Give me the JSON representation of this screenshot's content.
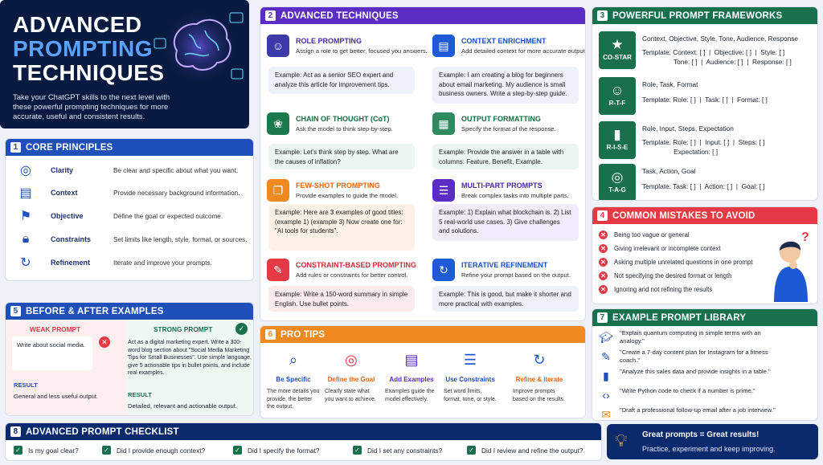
{
  "hero": {
    "title_line1": "ADVANCED",
    "title_line2": "PROMPTING",
    "title_line3": "TECHNIQUES",
    "description": "Take your ChatGPT skills to the next level with these powerful prompting techniques for more accurate, useful and consistent results."
  },
  "core": {
    "num": "1",
    "title": "CORE PRINCIPLES",
    "items": [
      {
        "name": "Clarity",
        "desc": "Be clear and specific about what you want.",
        "icon": "target-icon"
      },
      {
        "name": "Context",
        "desc": "Provide necessary background information.",
        "icon": "chat-icon"
      },
      {
        "name": "Objective",
        "desc": "Define the goal or expected outcome.",
        "icon": "flag-icon"
      },
      {
        "name": "Constraints",
        "desc": "Set limits like length, style, format, or sources.",
        "icon": "lock-icon"
      },
      {
        "name": "Refinement",
        "desc": "Iterate and improve your prompts.",
        "icon": "refresh-icon"
      }
    ]
  },
  "techniques": {
    "num": "2",
    "title": "ADVANCED TECHNIQUES",
    "items": [
      {
        "title": "ROLE PROMPTING",
        "desc": "Assign a role to get better, focused you answers.",
        "example": "Example: Act as a senior SEO expert and analyze this article for improvement tips."
      },
      {
        "title": "CONTEXT ENRICHMENT",
        "desc": "Add detailed context for more accurate output.",
        "example": "Example: I am creating a blog for beginners about email marketing. My audience is small business owners. Write a step-by-step guide."
      },
      {
        "title": "CHAIN OF THOUGHT (CoT)",
        "desc": "Ask the model to think step-by-step.",
        "example": "Example: Let's think step by step. What are the causes of inflation?"
      },
      {
        "title": "OUTPUT FORMATTING",
        "desc": "Specify the format of the response.",
        "example": "Example: Provide the answer in a table with columns: Feature, Benefit, Example."
      },
      {
        "title": "FEW-SHOT PROMPTING",
        "desc": "Provide examples to guide the model.",
        "example": "Example: Here are 3 examples of good titles: (example 1) (example 3) Now create one for: \"AI tools for students\"."
      },
      {
        "title": "MULTI-PART PROMPTS",
        "desc": "Break complex tasks into multiple parts.",
        "example": "Example: 1) Explain what blockchain is. 2) List 5 real-world use cases. 3) Give challenges and solutions."
      },
      {
        "title": "CONSTRAINT-BASED PROMPTING",
        "desc": "Add rules or constraints for better control.",
        "example": "Example: Write a 150-word summary in simple English. Use bullet points."
      },
      {
        "title": "ITERATIVE REFINEMENT",
        "desc": "Refine your prompt based on the output.",
        "example": "Example: This is good, but make it shorter and more practical with examples."
      }
    ]
  },
  "frameworks": {
    "num": "3",
    "title": "POWERFUL PROMPT FRAMEWORKS",
    "items": [
      {
        "label": "CO-STAR",
        "name": "Context, Objective, Style, Tone, Audience, Response",
        "template": "Template: Context: [ ]  |  Objective: [ ]  |  Style: [ ]\n                 Tone: [ ]  |  Audience: [ ]  |  Response: [ ]"
      },
      {
        "label": "R-T-F",
        "name": "Role, Task, Format",
        "template": "Template: Role: [ ]  |  Task: [ ]  |  Format: [ ]"
      },
      {
        "label": "R-I-S-E",
        "name": "Role, Input, Steps, Expectation",
        "template": "Template: Role: [ ]  |  Input: [ ]  |  Steps: [ ]\n                 Expectation: [ ]"
      },
      {
        "label": "T-A-G",
        "name": "Task, Action, Goal",
        "template": "Template: Task: [ ]  |  Action: [ ]  |  Goal: [ ]"
      }
    ]
  },
  "mistakes": {
    "num": "4",
    "title": "COMMON MISTAKES TO AVOID",
    "items": [
      "Being too vague or general",
      "Giving irrelevant or incomplete context",
      "Asking multiple unrelated questions in one prompt",
      "Not specifying the desired format or length",
      "Ignoring and not refining the results"
    ]
  },
  "before_after": {
    "num": "5",
    "title": "BEFORE & AFTER EXAMPLES",
    "weak_label": "WEAK PROMPT",
    "weak_text": "Write about social media.",
    "weak_result_label": "RESULT",
    "weak_result": "General and less useful output.",
    "strong_label": "STRONG PROMPT",
    "strong_text": "Act as a digital marketing expert. Write a 300-word blog section about \"Social Media Marketing Tips for Small Businesses\". Use simple language, give 5 actionable tips in bullet points, and include real examples.",
    "strong_result_label": "RESULT",
    "strong_result": "Detailed, relevant and actionable output."
  },
  "tips": {
    "num": "6",
    "title": "PRO TIPS",
    "items": [
      {
        "name": "Be Specific",
        "desc": "The more details you provide, the better the output."
      },
      {
        "name": "Define the Goal",
        "desc": "Clearly state what you want to achieve."
      },
      {
        "name": "Add Examples",
        "desc": "Examples guide the model effectively."
      },
      {
        "name": "Use Constraints",
        "desc": "Set word limits, format, tone, or style."
      },
      {
        "name": "Refine & Iterate",
        "desc": "Improve prompts based on the results."
      }
    ]
  },
  "library": {
    "num": "7",
    "title": "EXAMPLE PROMPT LIBRARY",
    "items": [
      "\"Explain quantum computing in simple terms with an analogy.\"",
      "\"Create a 7-day content plan for Instagram for a fitness coach.\"",
      "\"Analyze this sales data and provide insights in a table.\"",
      "\"Write Python code to check if a number is prime.\"",
      "\"Draft a professional follow-up email after a job interview.\""
    ]
  },
  "checklist": {
    "num": "8",
    "title": "ADVANCED PROMPT CHECKLIST",
    "items": [
      "Is my goal clear?",
      "Did I provide enough context?",
      "Did I specify the format?",
      "Did I set any constraints?",
      "Did I review and refine the output?"
    ]
  },
  "banner": {
    "line1": "Great prompts = Great results!",
    "line2": "Practice, experiment and keep improving."
  }
}
